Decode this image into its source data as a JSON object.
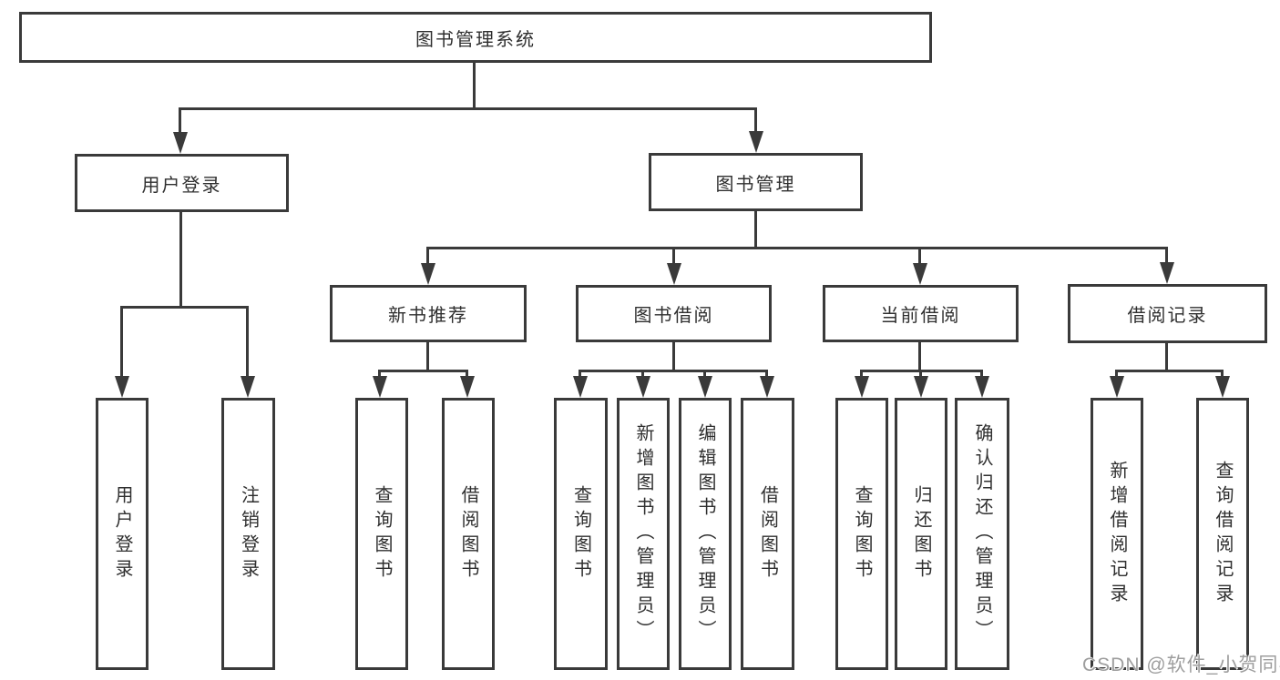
{
  "diagram": {
    "root": {
      "label": "图书管理系统"
    },
    "user_login": {
      "label": "用户登录",
      "children": [
        {
          "label": "用户登录"
        },
        {
          "label": "注销登录"
        }
      ]
    },
    "book_management": {
      "label": "图书管理",
      "groups": [
        {
          "label": "新书推荐",
          "children": [
            {
              "label": "查询图书"
            },
            {
              "label": "借阅图书"
            }
          ]
        },
        {
          "label": "图书借阅",
          "children": [
            {
              "label": "查询图书"
            },
            {
              "label": "新增图书（管理员）"
            },
            {
              "label": "编辑图书（管理员）"
            },
            {
              "label": "借阅图书"
            }
          ]
        },
        {
          "label": "当前借阅",
          "children": [
            {
              "label": "查询图书"
            },
            {
              "label": "归还图书"
            },
            {
              "label": "确认归还（管理员）"
            }
          ]
        },
        {
          "label": "借阅记录",
          "children": [
            {
              "label": "新增借阅记录"
            },
            {
              "label": "查询借阅记录"
            }
          ]
        }
      ]
    }
  },
  "watermark": {
    "text": "CSDN @软件_小贺同学"
  },
  "colors": {
    "line": "#3a3a3a",
    "text": "#2f2f2f",
    "background": "#ffffff",
    "watermark": "#9e9e9e"
  }
}
